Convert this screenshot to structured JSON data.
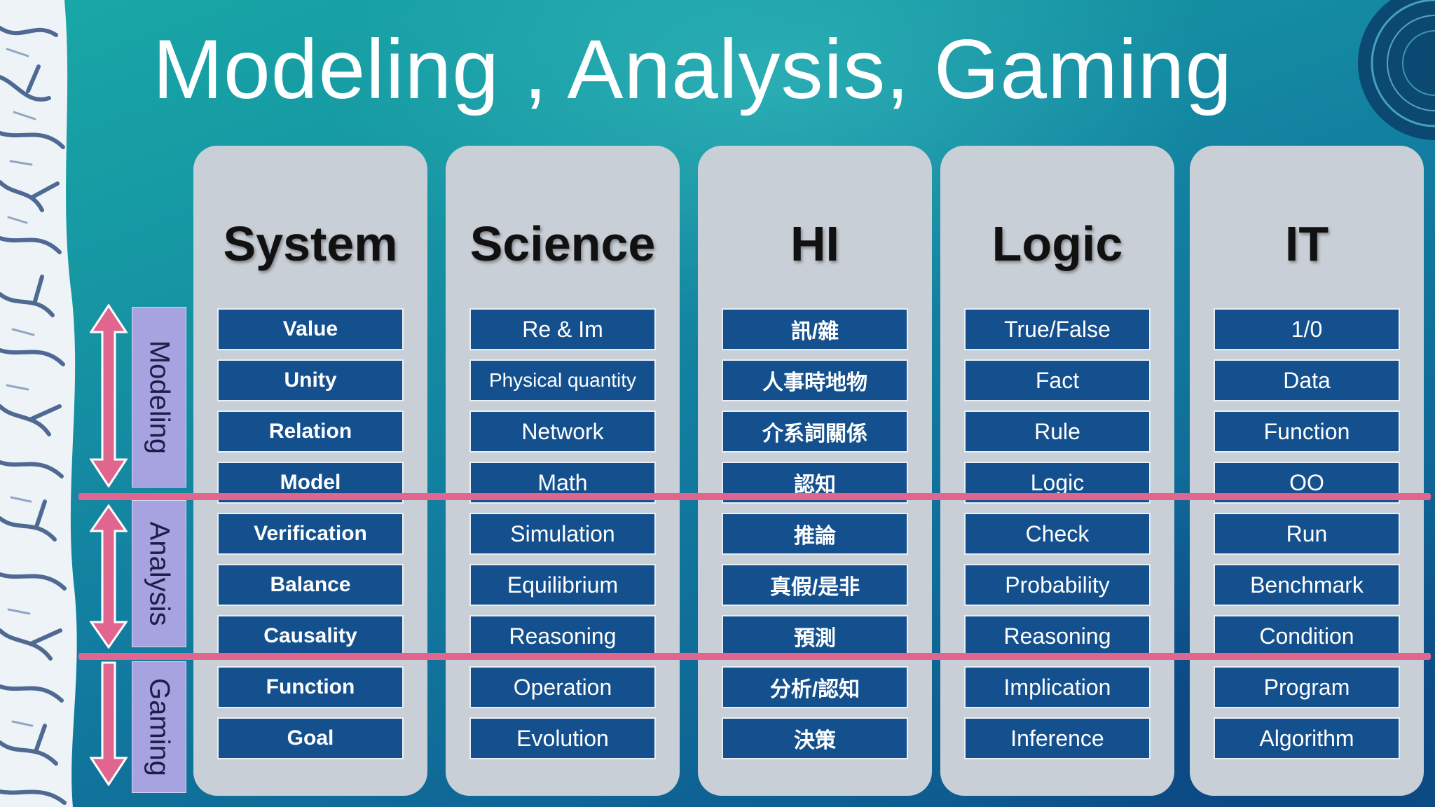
{
  "title": "Modeling , Analysis, Gaming",
  "sections": [
    {
      "label": "Modeling"
    },
    {
      "label": "Analysis"
    },
    {
      "label": "Gaming"
    }
  ],
  "columns": [
    {
      "header": "System",
      "items": [
        "Value",
        "Unity",
        "Relation",
        "Model",
        "Verification",
        "Balance",
        "Causality",
        "Function",
        "Goal"
      ]
    },
    {
      "header": "Science",
      "items": [
        "Re & Im",
        "Physical quantity",
        "Network",
        "Math",
        "Simulation",
        "Equilibrium",
        "Reasoning",
        "Operation",
        "Evolution"
      ]
    },
    {
      "header": "HI",
      "items": [
        "訊/雜",
        "人事時地物",
        "介系詞關係",
        "認知",
        "推論",
        "真假/是非",
        "預測",
        "分析/認知",
        "決策"
      ]
    },
    {
      "header": "Logic",
      "items": [
        "True/False",
        "Fact",
        "Rule",
        "Logic",
        "Check",
        "Probability",
        "Reasoning",
        "Implication",
        "Inference"
      ]
    },
    {
      "header": "IT",
      "items": [
        "1/0",
        "Data",
        "Function",
        "OO",
        "Run",
        "Benchmark",
        "Condition",
        "Program",
        "Algorithm"
      ]
    }
  ],
  "colors": {
    "cell": "#14508e",
    "panel": "#c9cfd6",
    "divider": "#e06690",
    "section_label": "#a7a3e0"
  }
}
